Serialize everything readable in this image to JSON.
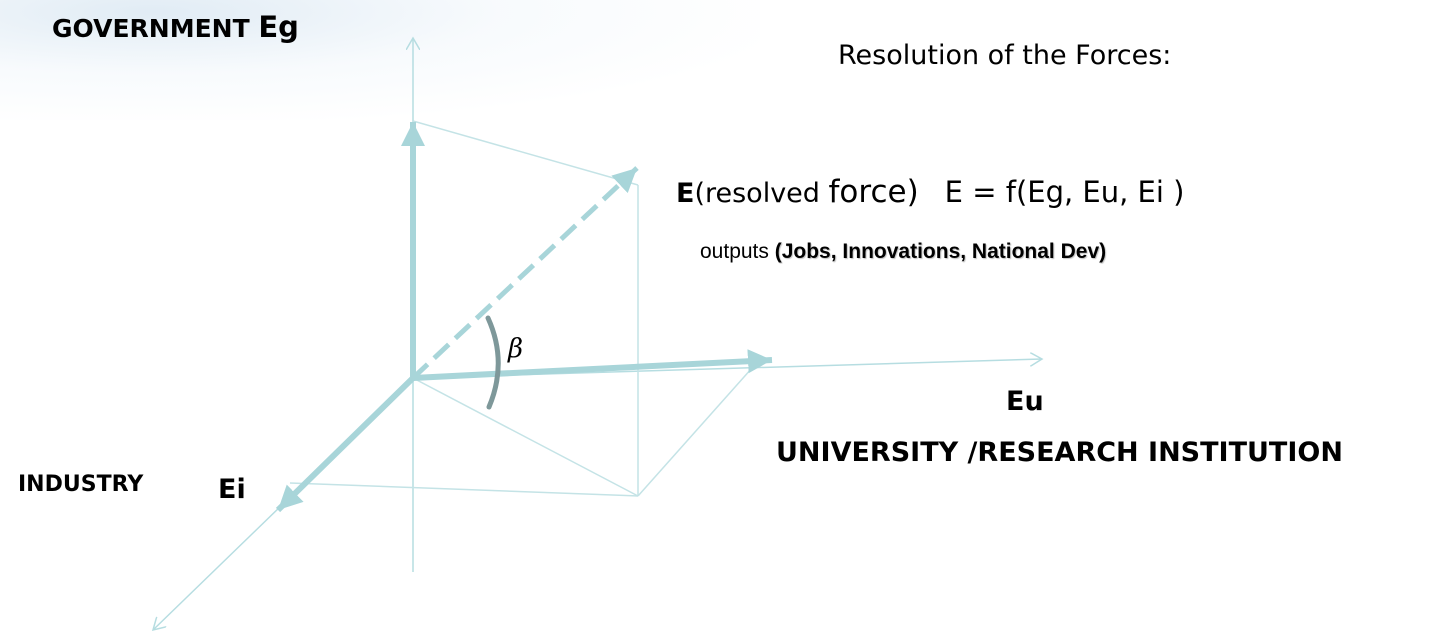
{
  "axes": {
    "government": {
      "name": "GOVERNMENT",
      "symbol": "Eg"
    },
    "university": {
      "symbol": "Eu",
      "name": "UNIVERSITY /RESEARCH INSTITUTION"
    },
    "industry": {
      "name": "INDUSTRY",
      "symbol": "Ei"
    }
  },
  "resolution": {
    "title": "Resolution of the Forces:",
    "resolved_symbol": "E",
    "resolved_desc_pre": "(resolved ",
    "resolved_desc_big": "force)",
    "equation": "E = f(Eg, Eu, Ei )",
    "outputs_prefix": "outputs ",
    "outputs_detail": "(Jobs, Innovations, National Dev)"
  },
  "angle_label": "β",
  "colors": {
    "vector": "#a8d5d9",
    "axis": "#b6dde1",
    "construction": "#c4e3e6",
    "angle_arc": "#7e989a"
  }
}
